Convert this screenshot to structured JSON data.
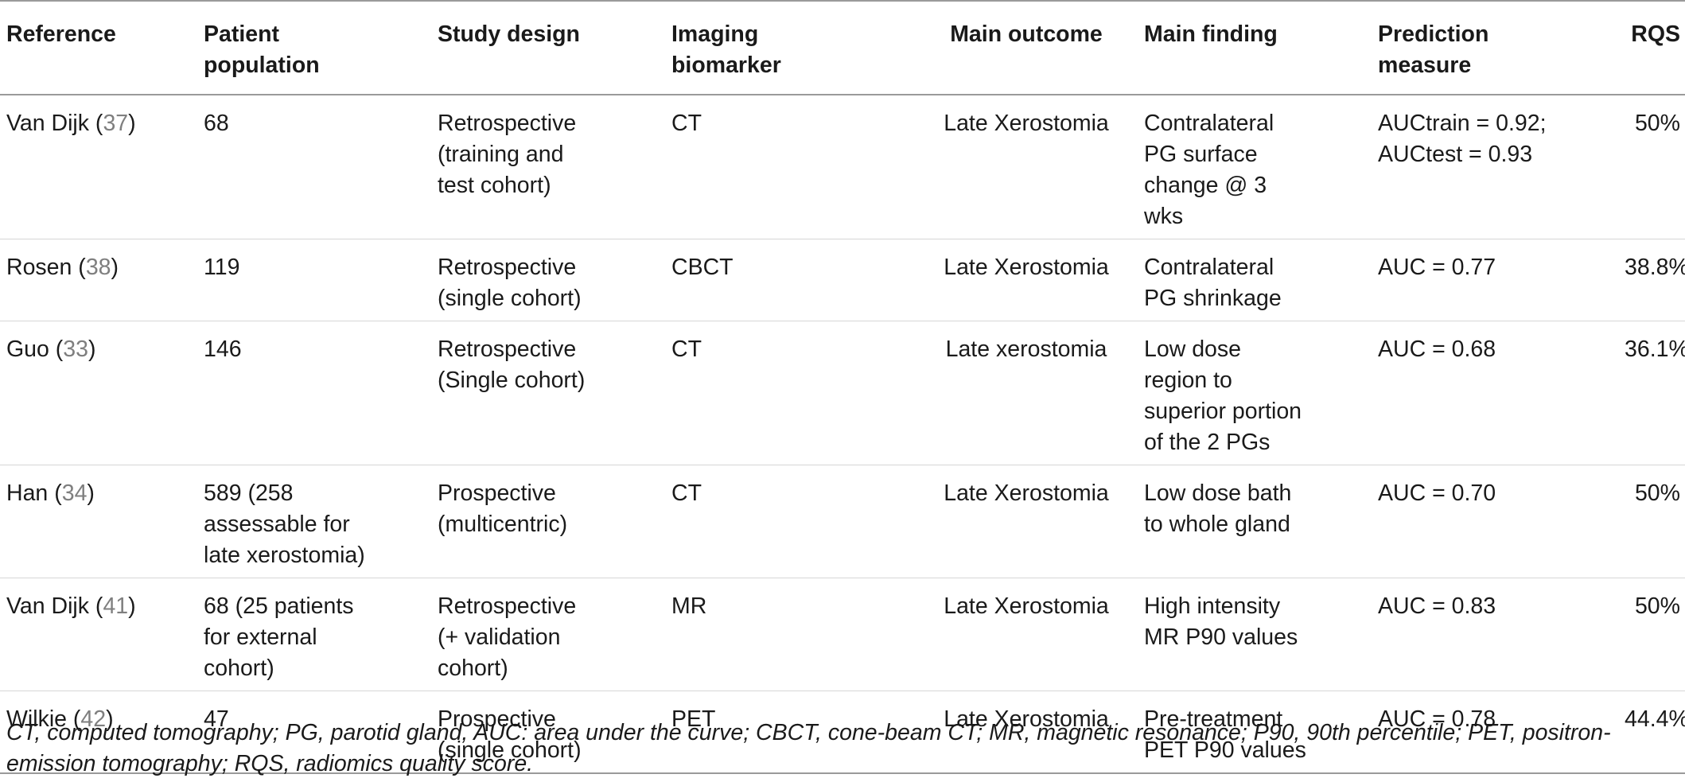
{
  "headers": {
    "reference": "Reference",
    "patient_population": [
      "Patient",
      "population"
    ],
    "study_design": "Study design",
    "imaging_biomarker": [
      "Imaging",
      "biomarker"
    ],
    "main_outcome": "Main outcome",
    "main_finding": "Main finding",
    "prediction_measure": [
      "Prediction",
      "measure"
    ],
    "rqs": "RQS"
  },
  "rows": [
    {
      "ref_name": "Van Dijk",
      "ref_cite": "37",
      "population": [
        "68"
      ],
      "design": [
        "Retrospective",
        "(training and",
        "test cohort)"
      ],
      "biomarker": "CT",
      "outcome": "Late Xerostomia",
      "finding": [
        "Contralateral",
        "PG surface",
        "change @ 3",
        "wks"
      ],
      "measure": [
        "AUCtrain = 0.92;",
        "AUCtest = 0.93"
      ],
      "rqs": "50%"
    },
    {
      "ref_name": "Rosen",
      "ref_cite": "38",
      "population": [
        "119"
      ],
      "design": [
        "Retrospective",
        "(single cohort)"
      ],
      "biomarker": "CBCT",
      "outcome": "Late Xerostomia",
      "finding": [
        "Contralateral",
        "PG shrinkage"
      ],
      "measure": [
        "AUC = 0.77"
      ],
      "rqs": "38.8%"
    },
    {
      "ref_name": "Guo",
      "ref_cite": "33",
      "population": [
        "146"
      ],
      "design": [
        "Retrospective",
        "(Single cohort)"
      ],
      "biomarker": "CT",
      "outcome": "Late xerostomia",
      "finding": [
        "Low dose",
        "region to",
        "superior portion",
        "of the 2 PGs"
      ],
      "measure": [
        "AUC = 0.68"
      ],
      "rqs": "36.1%"
    },
    {
      "ref_name": "Han",
      "ref_cite": "34",
      "population": [
        "589 (258",
        "assessable for",
        "late xerostomia)"
      ],
      "design": [
        "Prospective",
        "(multicentric)"
      ],
      "biomarker": "CT",
      "outcome": "Late Xerostomia",
      "finding": [
        "Low dose bath",
        "to whole gland"
      ],
      "measure": [
        "AUC = 0.70"
      ],
      "rqs": "50%"
    },
    {
      "ref_name": "Van Dijk",
      "ref_cite": "41",
      "population": [
        "68 (25 patients",
        "for external",
        "cohort)"
      ],
      "design": [
        "Retrospective",
        "(+ validation",
        "cohort)"
      ],
      "biomarker": "MR",
      "outcome": "Late Xerostomia",
      "finding": [
        "High intensity",
        "MR P90 values"
      ],
      "measure": [
        "AUC = 0.83"
      ],
      "rqs": "50%"
    },
    {
      "ref_name": "Wilkie",
      "ref_cite": "42",
      "population": [
        "47"
      ],
      "design": [
        "Prospective",
        "(single cohort)"
      ],
      "biomarker": "PET",
      "outcome": "Late Xerostomia",
      "finding": [
        "Pre-treatment",
        "PET P90 values"
      ],
      "measure": [
        "AUC = 0.78"
      ],
      "rqs": "44.4%"
    }
  ],
  "footnote": "CT, computed tomography; PG, parotid gland, AUC: area under the curve; CBCT, cone-beam CT; MR, magnetic resonance; P90, 90th percentile; PET, positron-emission tomography; RQS, radiomics quality score."
}
